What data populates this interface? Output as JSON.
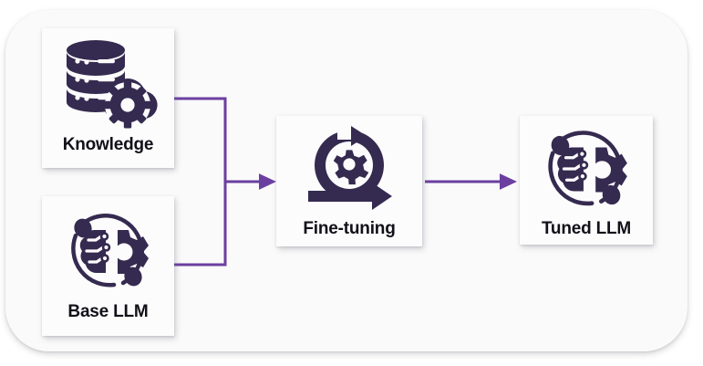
{
  "diagram": {
    "title_visible": false,
    "colors": {
      "icon": "#352A4F",
      "connector": "#6B3FA0",
      "card_background": "#FCFCFD",
      "panel_background": "#FAFAFA",
      "label_text": "#121018",
      "page_background": "#FFFFFF"
    },
    "nodes": [
      {
        "id": "knowledge",
        "label": "Knowledge",
        "icon": "database-stack-gear-icon"
      },
      {
        "id": "base-llm",
        "label": "Base LLM",
        "icon": "ai-brain-gear-orbit-icon"
      },
      {
        "id": "fine-tuning",
        "label": "Fine-tuning",
        "icon": "cycle-gear-arrow-icon"
      },
      {
        "id": "tuned-llm",
        "label": "Tuned LLM",
        "icon": "ai-brain-gear-orbit-icon"
      }
    ],
    "connectors": [
      {
        "id": "knowledge-to-finetuning",
        "from": "knowledge",
        "to": "fine-tuning",
        "style": "elbow",
        "arrow": true
      },
      {
        "id": "base-llm-to-finetuning",
        "from": "base-llm",
        "to": "fine-tuning",
        "style": "elbow",
        "arrow": true
      },
      {
        "id": "finetuning-to-tuned-llm",
        "from": "fine-tuning",
        "to": "tuned-llm",
        "style": "straight",
        "arrow": true
      }
    ]
  }
}
